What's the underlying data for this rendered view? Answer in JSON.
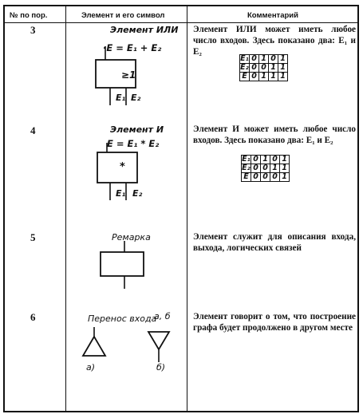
{
  "headers": {
    "number": "№ по пор.",
    "element": "Элемент и его символ",
    "comment": "Комментарий"
  },
  "rows": [
    {
      "number": "3",
      "symbol_title": "Элемент ИЛИ",
      "formula": "·E = E₁ + E₂",
      "box_label": "≥1",
      "inputs": [
        "E₁",
        "E₂"
      ],
      "comment": "Элемент ИЛИ может иметь любое число входов. Здесь показано два: E₁ и E₂",
      "truth_table": [
        [
          "E₁",
          "0",
          "1",
          "0",
          "1"
        ],
        [
          "E₂",
          "0",
          "0",
          "1",
          "1"
        ],
        [
          "E",
          "0",
          "1",
          "1",
          "1"
        ]
      ]
    },
    {
      "number": "4",
      "symbol_title": "Элемент И",
      "formula": "E = E₁ * E₂",
      "box_label": "*",
      "inputs": [
        "E₁",
        "E₂"
      ],
      "comment": "Элемент И может иметь любое число входов. Здесь показано два: E₁ и E₂",
      "truth_table": [
        [
          "E₁",
          "0",
          "1",
          "0",
          "1"
        ],
        [
          "E₂",
          "0",
          "0",
          "1",
          "1"
        ],
        [
          "E",
          "0",
          "0",
          "0",
          "1"
        ]
      ]
    },
    {
      "number": "5",
      "symbol_title": "Ремарка",
      "comment": "Элемент служит для описания входа, выхода, логических связей"
    },
    {
      "number": "6",
      "symbol_title": "Перенос входа",
      "symbol_suffix": "а, б",
      "labels": [
        "а)",
        "б)"
      ],
      "comment": "Элемент говорит о том, что построение графа будет продолжено в другом месте"
    }
  ]
}
